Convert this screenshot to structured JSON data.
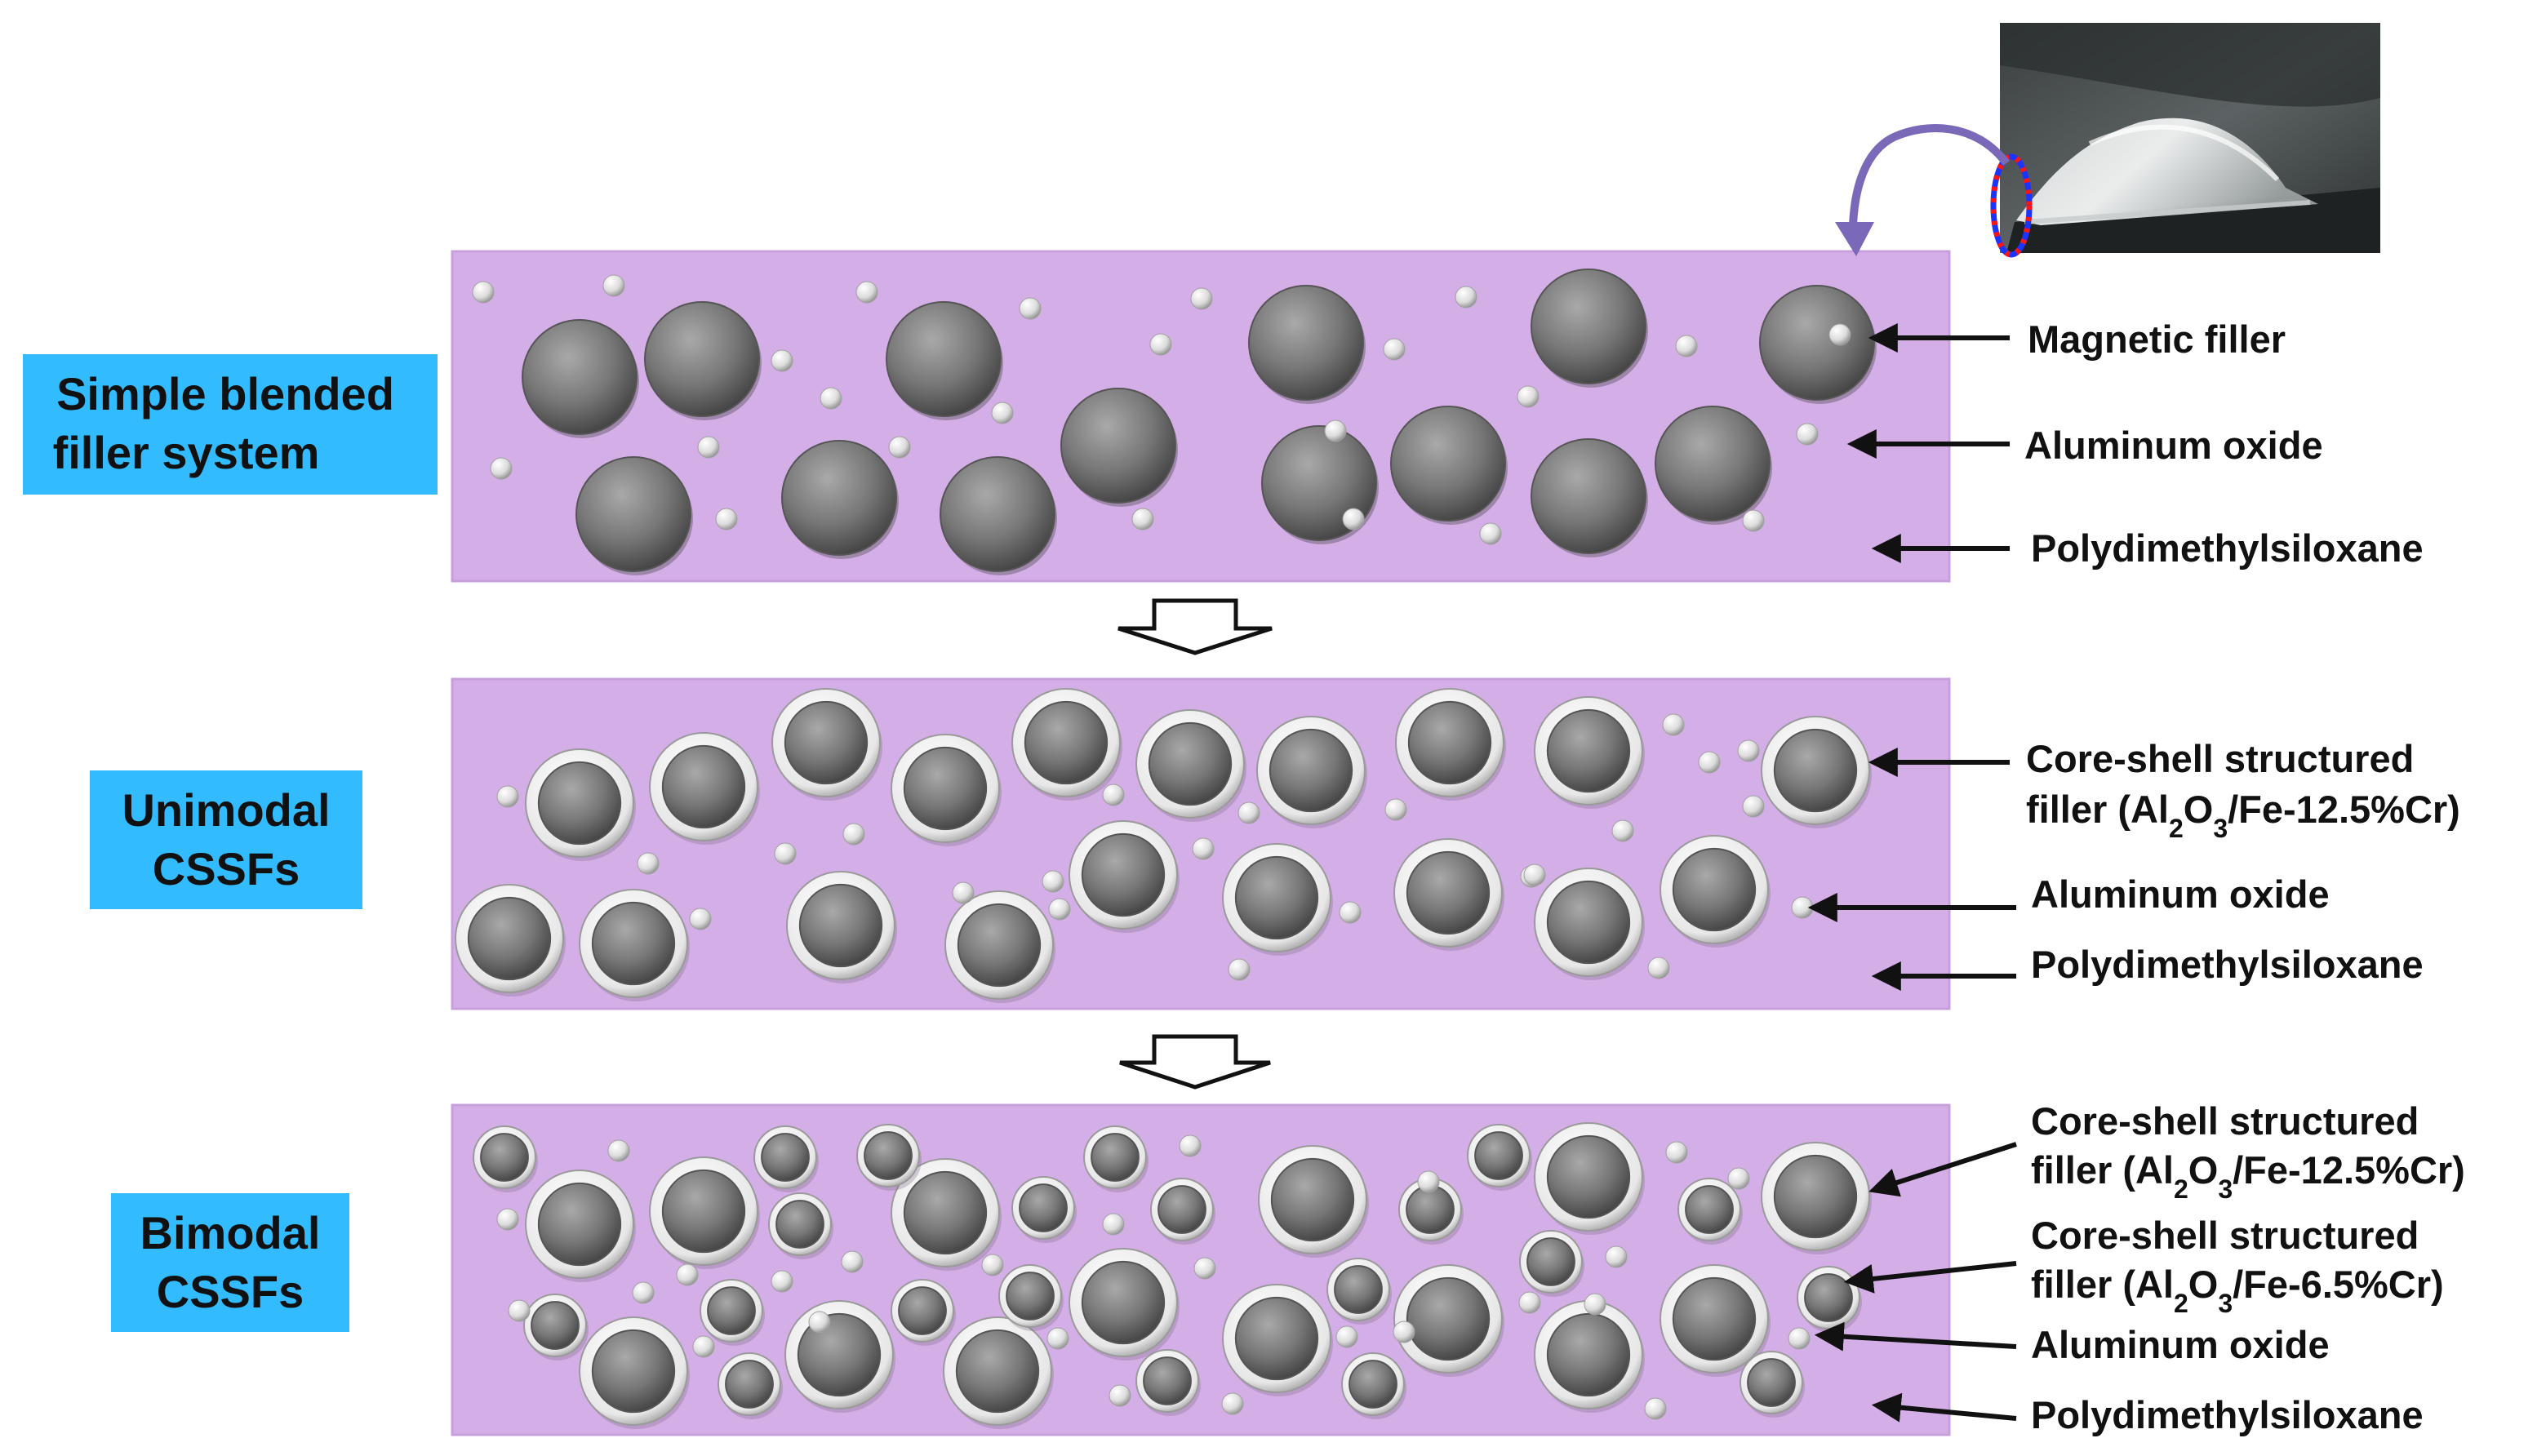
{
  "colors": {
    "matrix": "#d4aee6",
    "matrix_edge": "#c79fdd",
    "system_box": "#33bbff",
    "label_text": "#111111",
    "callout_arrow": "#7a68b8",
    "highlight_outer": "#1c34ff",
    "highlight_inner": "#ff1414"
  },
  "panels": [
    {
      "system_label": [
        "Simple blended",
        "filler system"
      ],
      "labels": [
        {
          "lines": [
            "Magnetic filler"
          ]
        },
        {
          "lines": [
            "Aluminum oxide"
          ]
        },
        {
          "lines": [
            "Polydimethylsiloxane"
          ]
        }
      ]
    },
    {
      "system_label": [
        "Unimodal",
        "CSSFs"
      ],
      "labels": [
        {
          "lines": [
            "Core-shell structured",
            "filler (Al{2}O{3}/Fe-12.5%Cr)"
          ]
        },
        {
          "lines": [
            "Aluminum oxide"
          ]
        },
        {
          "lines": [
            "Polydimethylsiloxane"
          ]
        }
      ]
    },
    {
      "system_label": [
        "Bimodal",
        "CSSFs"
      ],
      "labels": [
        {
          "lines": [
            "Core-shell structured",
            "filler (Al{2}O{3}/Fe-12.5%Cr)"
          ]
        },
        {
          "lines": [
            "Core-shell structured",
            "filler (Al{2}O{3}/Fe-6.5%Cr)"
          ]
        },
        {
          "lines": [
            "Aluminum oxide"
          ]
        },
        {
          "lines": [
            "Polydimethylsiloxane"
          ]
        }
      ]
    }
  ],
  "icons": {
    "transition_arrow": "down-block-arrow-icon",
    "callout": "curved-callout-arrow-icon",
    "photo": "flexible-sheet-photo"
  }
}
